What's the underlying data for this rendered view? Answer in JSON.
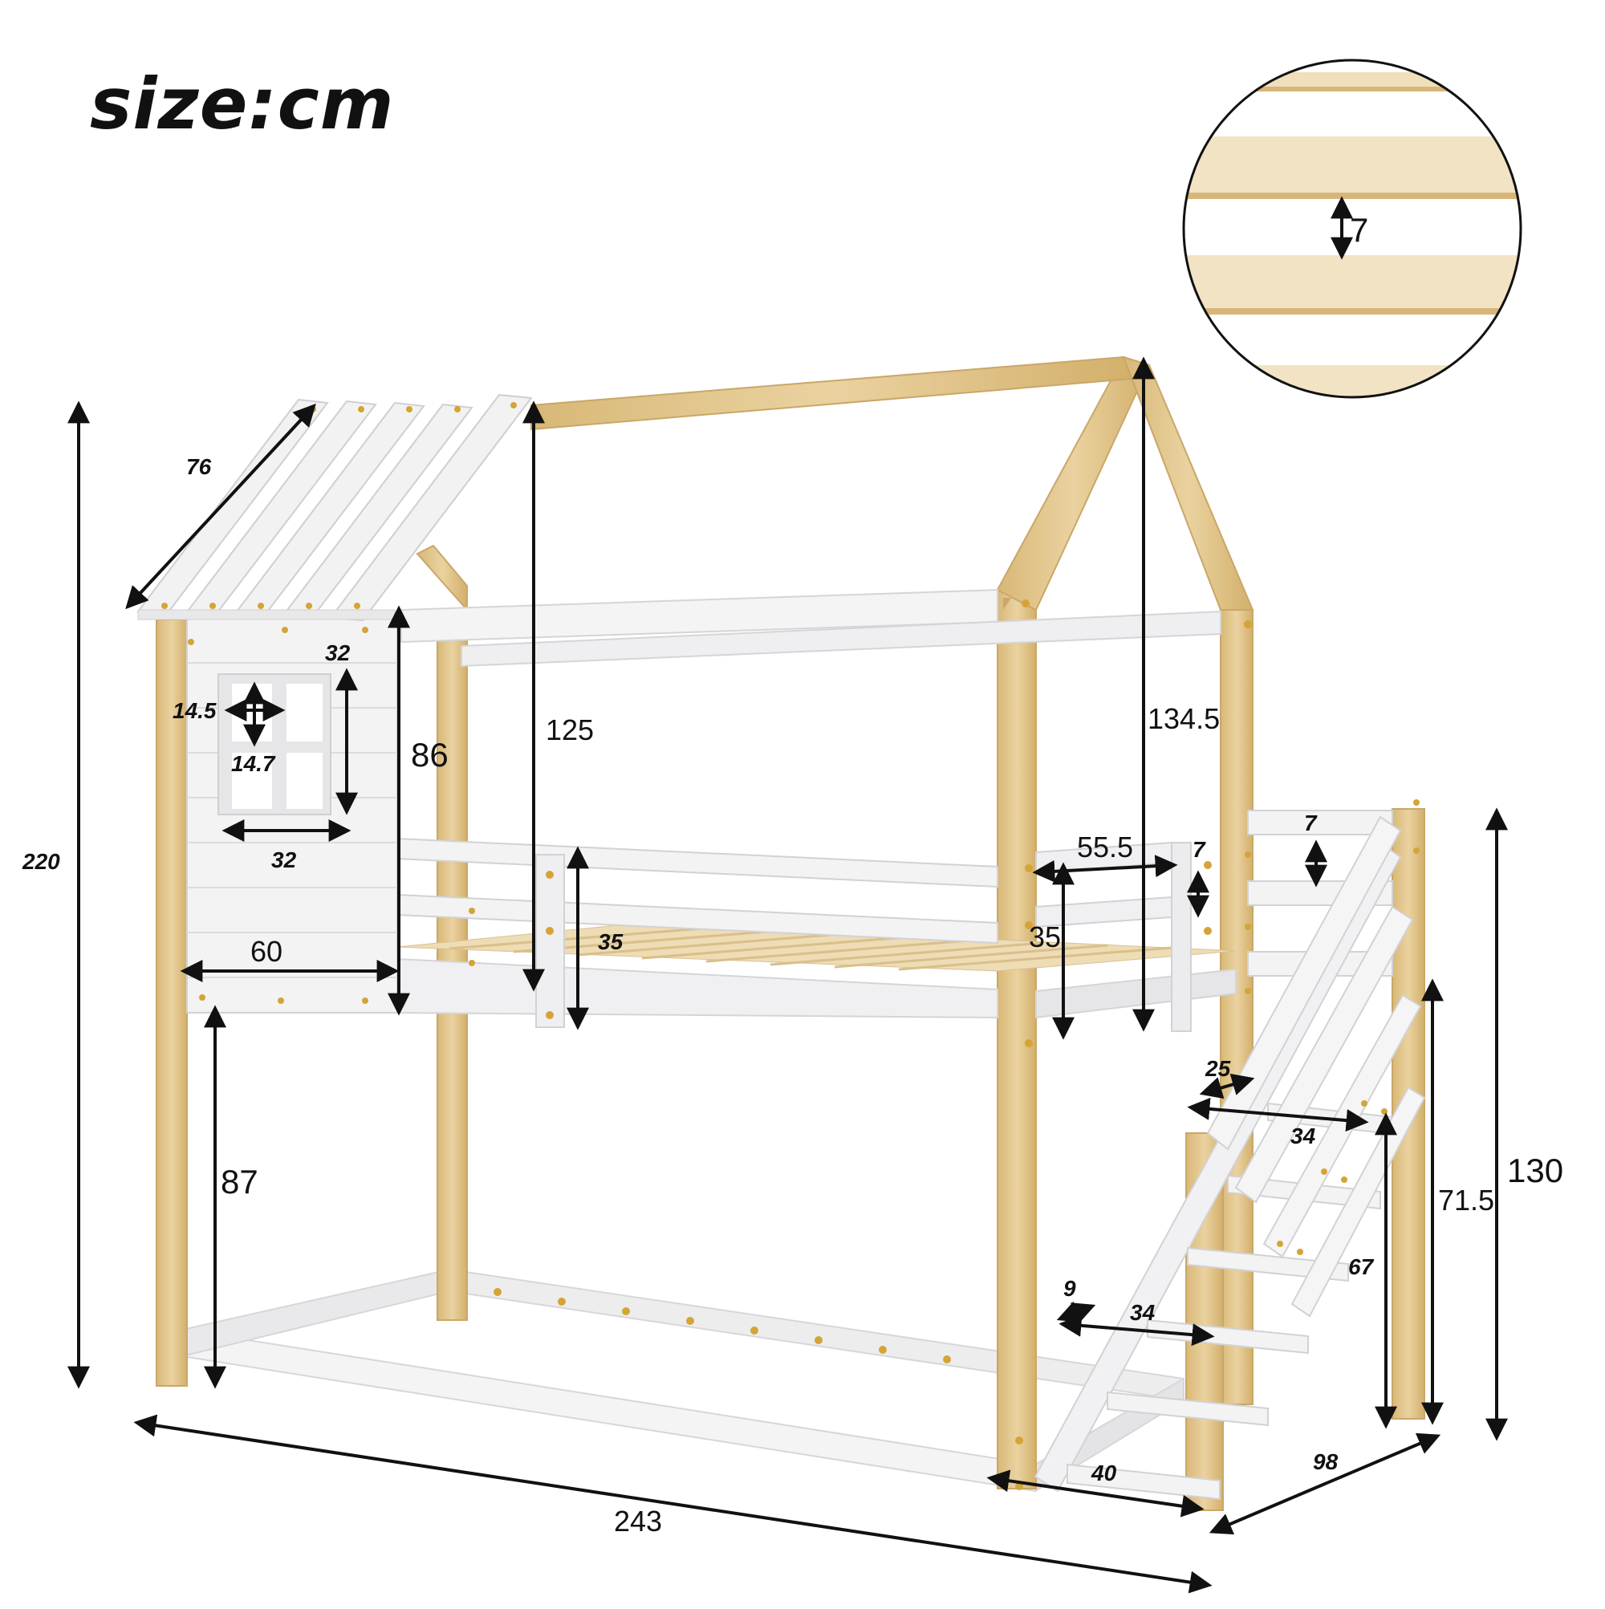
{
  "title": "size:cm",
  "colors": {
    "wood": "#e4c98f",
    "wood_dark": "#c9a768",
    "white_frame": "#f2f2f3",
    "white_edge": "#d9d9dc",
    "slat": "#eedcb5",
    "screw": "#d4a437",
    "arrow": "#111111"
  },
  "dimensions": {
    "roof_slat_length": "76",
    "overall_height": "220",
    "window_top_width": "32",
    "window_pane_width": "14.5",
    "window_pane_height": "14.7",
    "window_bottom_width": "32",
    "house_panel_height": "86",
    "house_panel_width": "60",
    "roof_height_left": "125",
    "roof_height_right": "134.5",
    "guardrail_height": "35",
    "guardrail_height_right": "35",
    "guardrail_opening": "55.5",
    "guardrail_rail_gap": "7",
    "stair_rail_gap": "7",
    "stair_depth_top": "25",
    "stair_width": "34",
    "stair_total_height": "130",
    "stair_platform_height": "71.5",
    "stair_post_height": "67",
    "step_depth": "9",
    "step_width": "34",
    "under_bed_clearance": "87",
    "stair_footprint": "40",
    "overall_width": "98",
    "overall_length": "243",
    "slat_gap_detail": "7"
  }
}
